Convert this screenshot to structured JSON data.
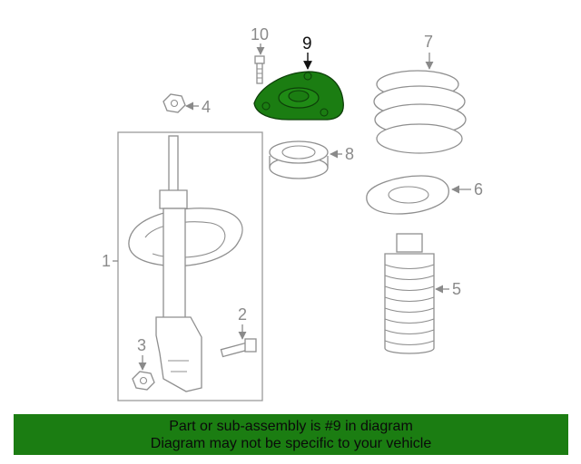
{
  "diagram": {
    "callouts": {
      "c1": "1",
      "c2": "2",
      "c3": "3",
      "c4": "4",
      "c5": "5",
      "c6": "6",
      "c7": "7",
      "c8": "8",
      "c9": "9",
      "c10": "10"
    },
    "highlight_color": "#1b7d12",
    "line_color": "#8f8f8f"
  },
  "banner": {
    "line1": "Part or sub-assembly is #9 in diagram",
    "line2": "Diagram may not be specific to your vehicle",
    "background": "#1b7d12"
  }
}
